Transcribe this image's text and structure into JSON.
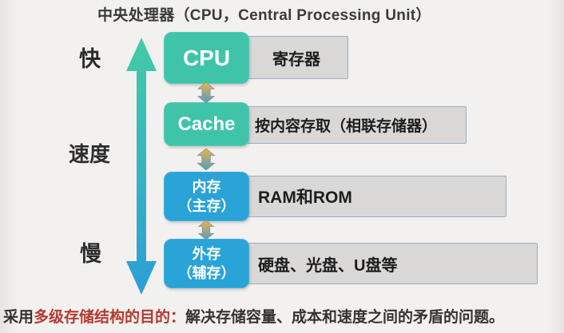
{
  "title": "中央处理器（CPU，Central Processing Unit）",
  "speed_axis": {
    "fast": "快",
    "label": "速度",
    "slow": "慢"
  },
  "hierarchy": [
    {
      "name": "CPU",
      "desc": "寄存器"
    },
    {
      "name": "Cache",
      "desc": "按内容存取（相联存储器）"
    },
    {
      "name": "内存",
      "name2": "（主存）",
      "desc": "RAM和ROM"
    },
    {
      "name": "外存",
      "name2": "（辅存）",
      "desc": "硬盘、光盘、U盘等"
    }
  ],
  "footer": {
    "prefix": "采用",
    "highlight": "多级存储结构的目的：",
    "rest": "解决存储容量、成本和速度之间的矛盾的问题。"
  },
  "icons": {
    "speed_axis": "double-vertical-arrow",
    "level_connector": "small-double-vertical-arrow"
  },
  "colors": {
    "teal_box": "#3fc4a9",
    "blue_box": "#2aa3d7",
    "desc_box_fill": "#d9d8d6",
    "desc_box_border": "#9dabc6",
    "highlight_red": "#b23a31",
    "axis_arrow_top": "#44cba6",
    "axis_arrow_bottom": "#2b9ed8",
    "connector_top": "#eeb345",
    "connector_bottom": "#4e9dca"
  }
}
